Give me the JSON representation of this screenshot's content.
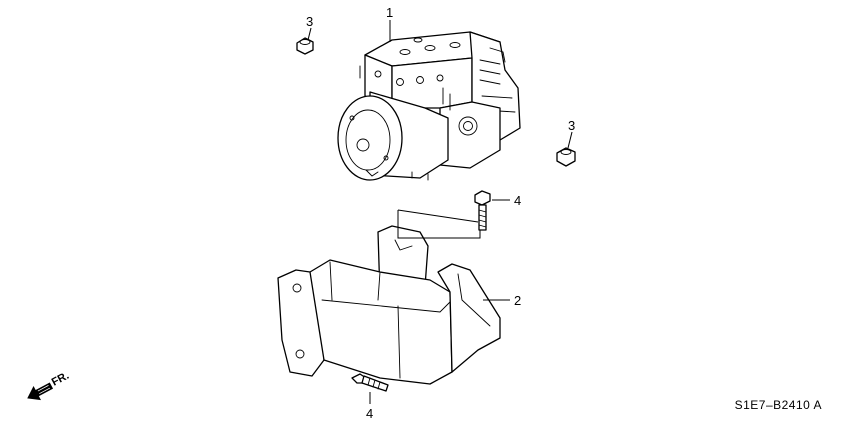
{
  "callouts": {
    "part1": "1",
    "part2": "2",
    "part3a": "3",
    "part3b": "3",
    "part4a": "4",
    "part4b": "4"
  },
  "direction_label": "FR.",
  "diagram_code": "S1E7–B2410 A",
  "icons": [
    "forward-arrow-icon"
  ]
}
